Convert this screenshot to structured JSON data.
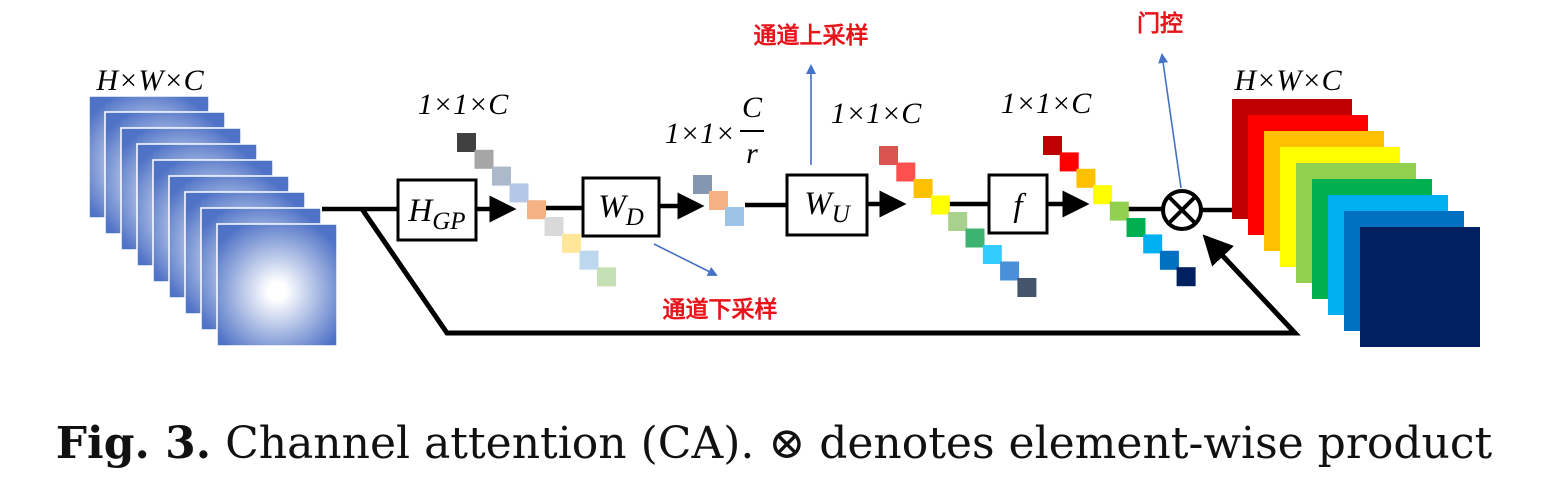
{
  "input_tensor": {
    "label": "H×W×C",
    "slice_count": 9,
    "gradient": {
      "outer": "#4e72c6",
      "inner": "#ffffff"
    }
  },
  "output_tensor": {
    "label": "H×W×C",
    "slice_colors": [
      "#c00000",
      "#ff0000",
      "#ffc000",
      "#ffff00",
      "#92d050",
      "#00b050",
      "#00b0f0",
      "#0070c0",
      "#002060"
    ]
  },
  "blocks": {
    "hgp": {
      "main": "H",
      "sub": "GP"
    },
    "wd": {
      "main": "W",
      "sub": "D"
    },
    "wu": {
      "main": "W",
      "sub": "U"
    },
    "f": {
      "main": "f"
    }
  },
  "vector_labels": {
    "after_hgp": "1×1×C",
    "after_wd_prefix": "1×1×",
    "after_wd_num": "C",
    "after_wd_den": "r",
    "after_wu": "1×1×C",
    "after_f": "1×1×C"
  },
  "vectors": {
    "after_hgp": [
      "#404040",
      "#a6a6a6",
      "#acb9ca",
      "#b4c7e7",
      "#f4b183",
      "#d9d9d9",
      "#ffe699",
      "#bdd7ee",
      "#c5e0b4"
    ],
    "after_wd": [
      "#8497b0",
      "#f4b183",
      "#9dc3e6"
    ],
    "after_wu": [
      "#d9534f",
      "#ff5050",
      "#ffc000",
      "#ffff00",
      "#a9d18e",
      "#3cb371",
      "#33ccff",
      "#4a90d9",
      "#44546a"
    ],
    "after_f": [
      "#c00000",
      "#ff0000",
      "#ffc000",
      "#ffff00",
      "#92d050",
      "#00b050",
      "#00b0f0",
      "#0070c0",
      "#002060"
    ]
  },
  "operator": {
    "symbol": "⊗"
  },
  "annotations": {
    "upsample": "通道上采样",
    "downsample": "通道下采样",
    "gating": "门控",
    "color": "#e8141b",
    "arrow_color": "#4472c4"
  },
  "caption": {
    "fig": "Fig. 3.",
    "text": " Channel attention (CA). ⊗ denotes element-wise product"
  }
}
